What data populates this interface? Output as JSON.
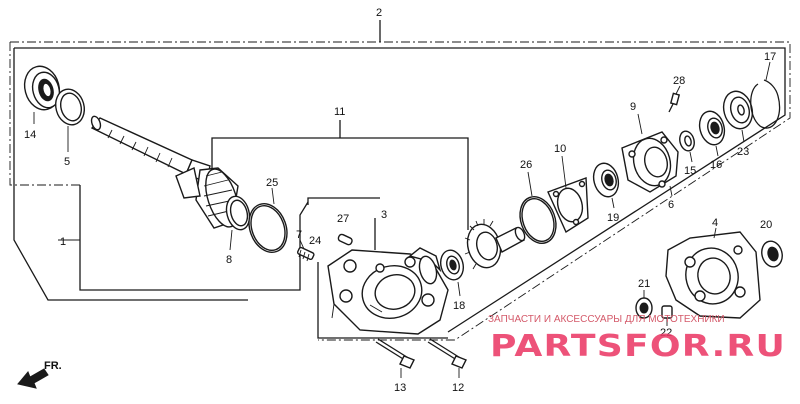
{
  "callouts": {
    "p1": "1",
    "p2": "2",
    "p3": "3",
    "p4": "4",
    "p5": "5",
    "p6": "6",
    "p7": "7",
    "p8": "8",
    "p9": "9",
    "p10": "10",
    "p11": "11",
    "p12": "12",
    "p13": "13",
    "p14": "14",
    "p15": "15",
    "p16": "16",
    "p17": "17",
    "p18": "18",
    "p19": "19",
    "p20": "20",
    "p21": "21",
    "p22": "22",
    "p23": "23",
    "p24": "24",
    "p25": "25",
    "p26": "26",
    "p27": "27",
    "p28": "28"
  },
  "direction_label": "FR.",
  "watermark": {
    "line1": "ЗАПЧАСТИ И АКСЕССУАРЫ ДЛЯ МОТОТЕХНИКИ",
    "line2": "PARTSFOR.RU"
  },
  "colors": {
    "ink": "#1a1a1a",
    "watermark": "#ea3a66"
  }
}
